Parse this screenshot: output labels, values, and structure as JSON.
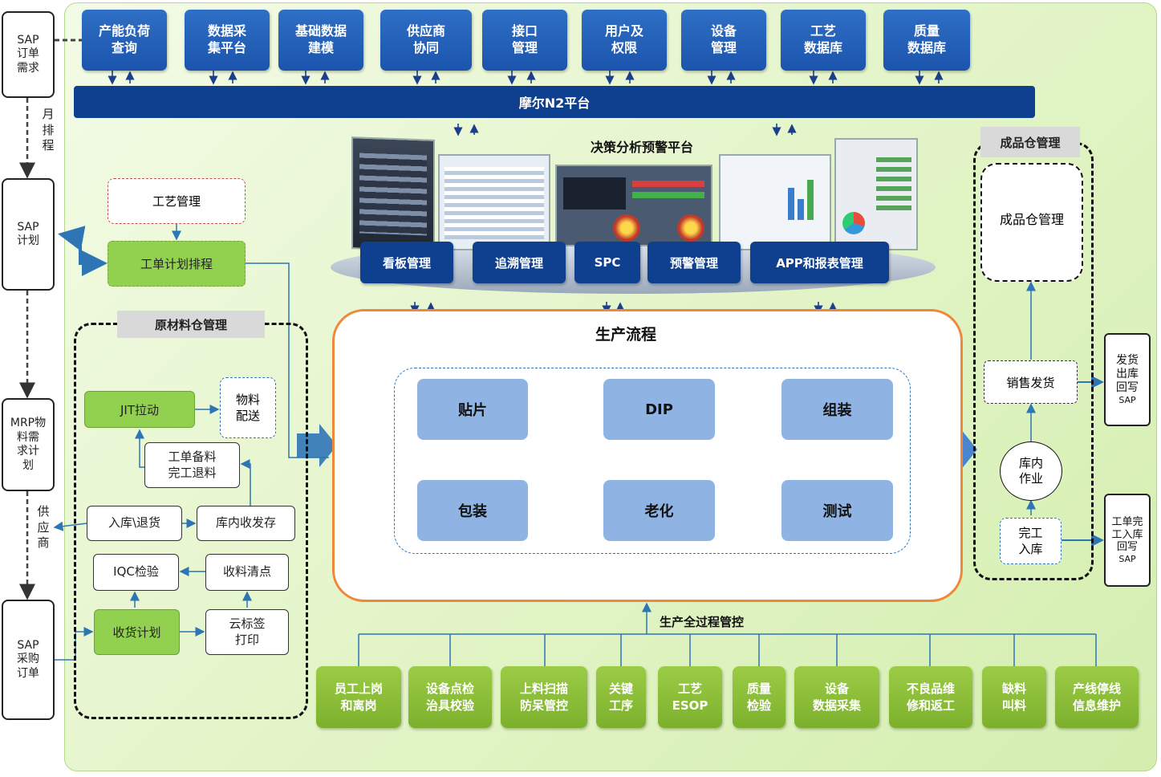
{
  "sap_left": {
    "order_demand": "SAP\n订单\n需求",
    "plan": "SAP\n计划",
    "mrp": "MRP物\n料需\n求计\n划",
    "purchase": "SAP\n采购\n订单",
    "monthly_schedule": "月\n排\n程",
    "supplier": "供\n应\n商"
  },
  "top_modules": [
    "产能负荷\n查询",
    "数据采\n集平台",
    "基础数据\n建模",
    "供应商\n协同",
    "接口\n管理",
    "用户及\n权限",
    "设备\n管理",
    "工艺\n数据库",
    "质量\n数据库"
  ],
  "platform": "摩尔N2平台",
  "decision": {
    "title": "决策分析预警平台",
    "buttons": [
      "看板管理",
      "追溯管理",
      "SPC",
      "预警管理",
      "APP和报表管理"
    ]
  },
  "left": {
    "process_mgmt": "工艺管理",
    "work_order_scheduling": "工单计划排程",
    "raw_warehouse_title": "原材料仓管理",
    "jit": "JIT拉动",
    "material_delivery": "物料\n配送",
    "work_order_prep": "工单备料\n完工退料",
    "inbound_return": "入库\\退货",
    "warehouse_io": "库内收发存",
    "iqc": "IQC检验",
    "receiving_count": "收料清点",
    "receiving_plan": "收货计划",
    "cloud_label": "云标签\n打印"
  },
  "production": {
    "title": "生产流程",
    "steps": [
      "贴片",
      "DIP",
      "组装",
      "包装",
      "老化",
      "测试"
    ]
  },
  "finished": {
    "title": "成品仓管理",
    "inner": "成品仓管理",
    "sales": "销售发货",
    "in_warehouse": "库内\n作业",
    "completion": "完工\n入库"
  },
  "sap_right": {
    "ship": [
      "发货",
      "出库",
      "回写",
      "SAP"
    ],
    "complete": [
      "工单完",
      "工入库",
      "回写",
      "SAP"
    ]
  },
  "control": {
    "title": "生产全过程管控",
    "items": [
      "员工上岗\n和离岗",
      "设备点检\n治具校验",
      "上料扫描\n防呆管控",
      "关键\n工序",
      "工艺\nESOP",
      "质量\n检验",
      "设备\n数据采集",
      "不良品维\n修和返工",
      "缺料\n叫料",
      "产线停线\n信息维护"
    ]
  }
}
